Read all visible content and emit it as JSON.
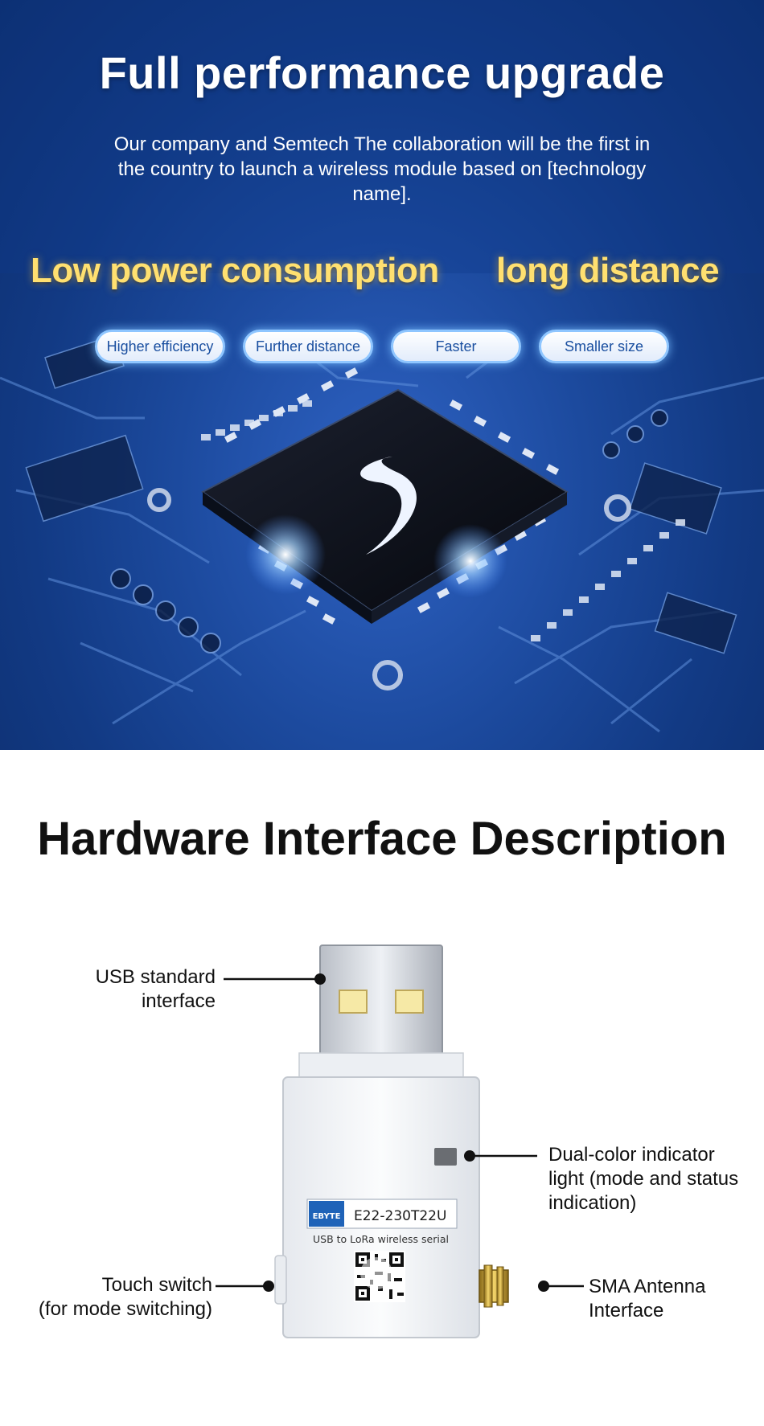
{
  "hero": {
    "title": "Full performance upgrade",
    "subtitle": "Our company and Semtech The collaboration will be the first in the country to launch a wireless module based on [technology name].",
    "features": [
      "Low power consumption",
      "long distance"
    ],
    "pills": [
      "Higher efficiency",
      "Further distance",
      "Faster",
      "Smaller size"
    ]
  },
  "hardware": {
    "title": "Hardware Interface Description",
    "callouts": {
      "usb": [
        "USB standard",
        "interface"
      ],
      "indicator": [
        "Dual-color indicator",
        "light (mode and status",
        "indication)"
      ],
      "touch": [
        "Touch switch",
        "(for mode switching)"
      ],
      "sma": [
        "SMA Antenna",
        "Interface"
      ]
    },
    "label": {
      "brand": "EBYTE",
      "model": "E22-230T22U",
      "desc": "USB to LoRa wireless serial"
    }
  },
  "icons": [
    "semtech-logo-icon",
    "qr-code-icon"
  ]
}
